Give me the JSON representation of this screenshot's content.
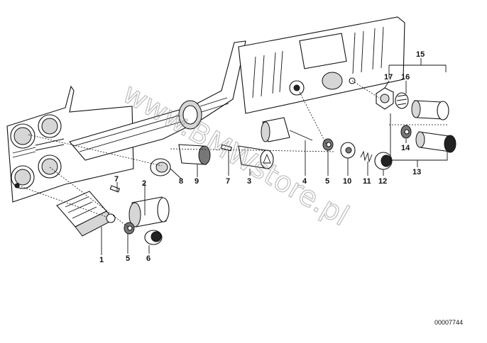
{
  "diagram": {
    "reference_number": "00007744",
    "watermark": "www.BMWstore.pl",
    "callouts": [
      {
        "id": "c1",
        "label": "1"
      },
      {
        "id": "c2",
        "label": "2"
      },
      {
        "id": "c3",
        "label": "3"
      },
      {
        "id": "c4",
        "label": "4"
      },
      {
        "id": "c5a",
        "label": "5"
      },
      {
        "id": "c5b",
        "label": "5"
      },
      {
        "id": "c6",
        "label": "6"
      },
      {
        "id": "c7a",
        "label": "7"
      },
      {
        "id": "c7b",
        "label": "7"
      },
      {
        "id": "c8",
        "label": "8"
      },
      {
        "id": "c9",
        "label": "9"
      },
      {
        "id": "c10",
        "label": "10"
      },
      {
        "id": "c11",
        "label": "11"
      },
      {
        "id": "c12",
        "label": "12"
      },
      {
        "id": "c13",
        "label": "13"
      },
      {
        "id": "c14",
        "label": "14"
      },
      {
        "id": "c15",
        "label": "15"
      },
      {
        "id": "c16",
        "label": "16"
      },
      {
        "id": "c17",
        "label": "17"
      }
    ]
  }
}
